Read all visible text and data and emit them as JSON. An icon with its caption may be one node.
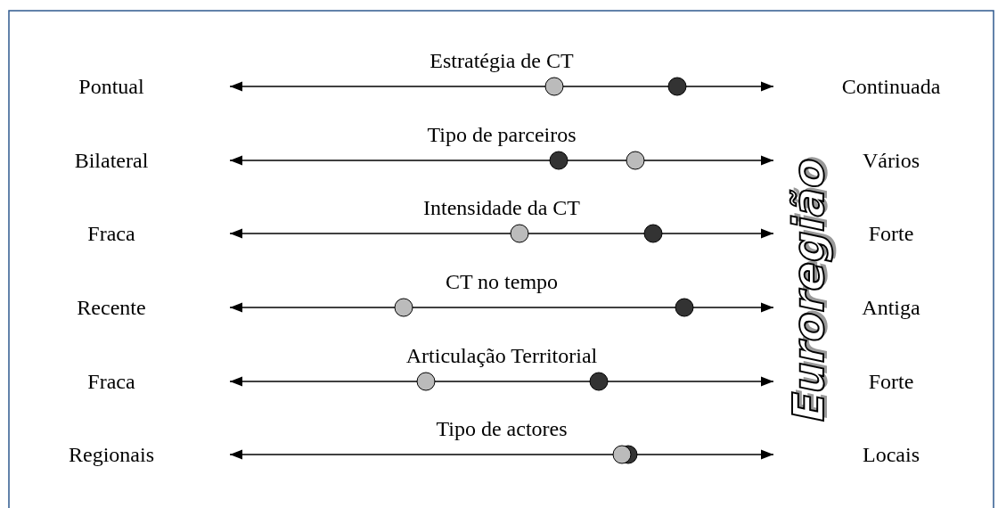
{
  "diagram": {
    "labels": [
      "Estratégia de CT",
      "Pontual",
      "Continuada",
      "Tipo de parceiros",
      "Bilateral",
      "Vários",
      "Intensidade da CT",
      "Fraca",
      "Forte",
      "CT no tempo",
      "Recente",
      "Antiga",
      "Articulação Territorial",
      "Fraca",
      "Forte",
      "Tipo de actores",
      "Regionais",
      "Locais",
      "Euroregião"
    ]
  }
}
